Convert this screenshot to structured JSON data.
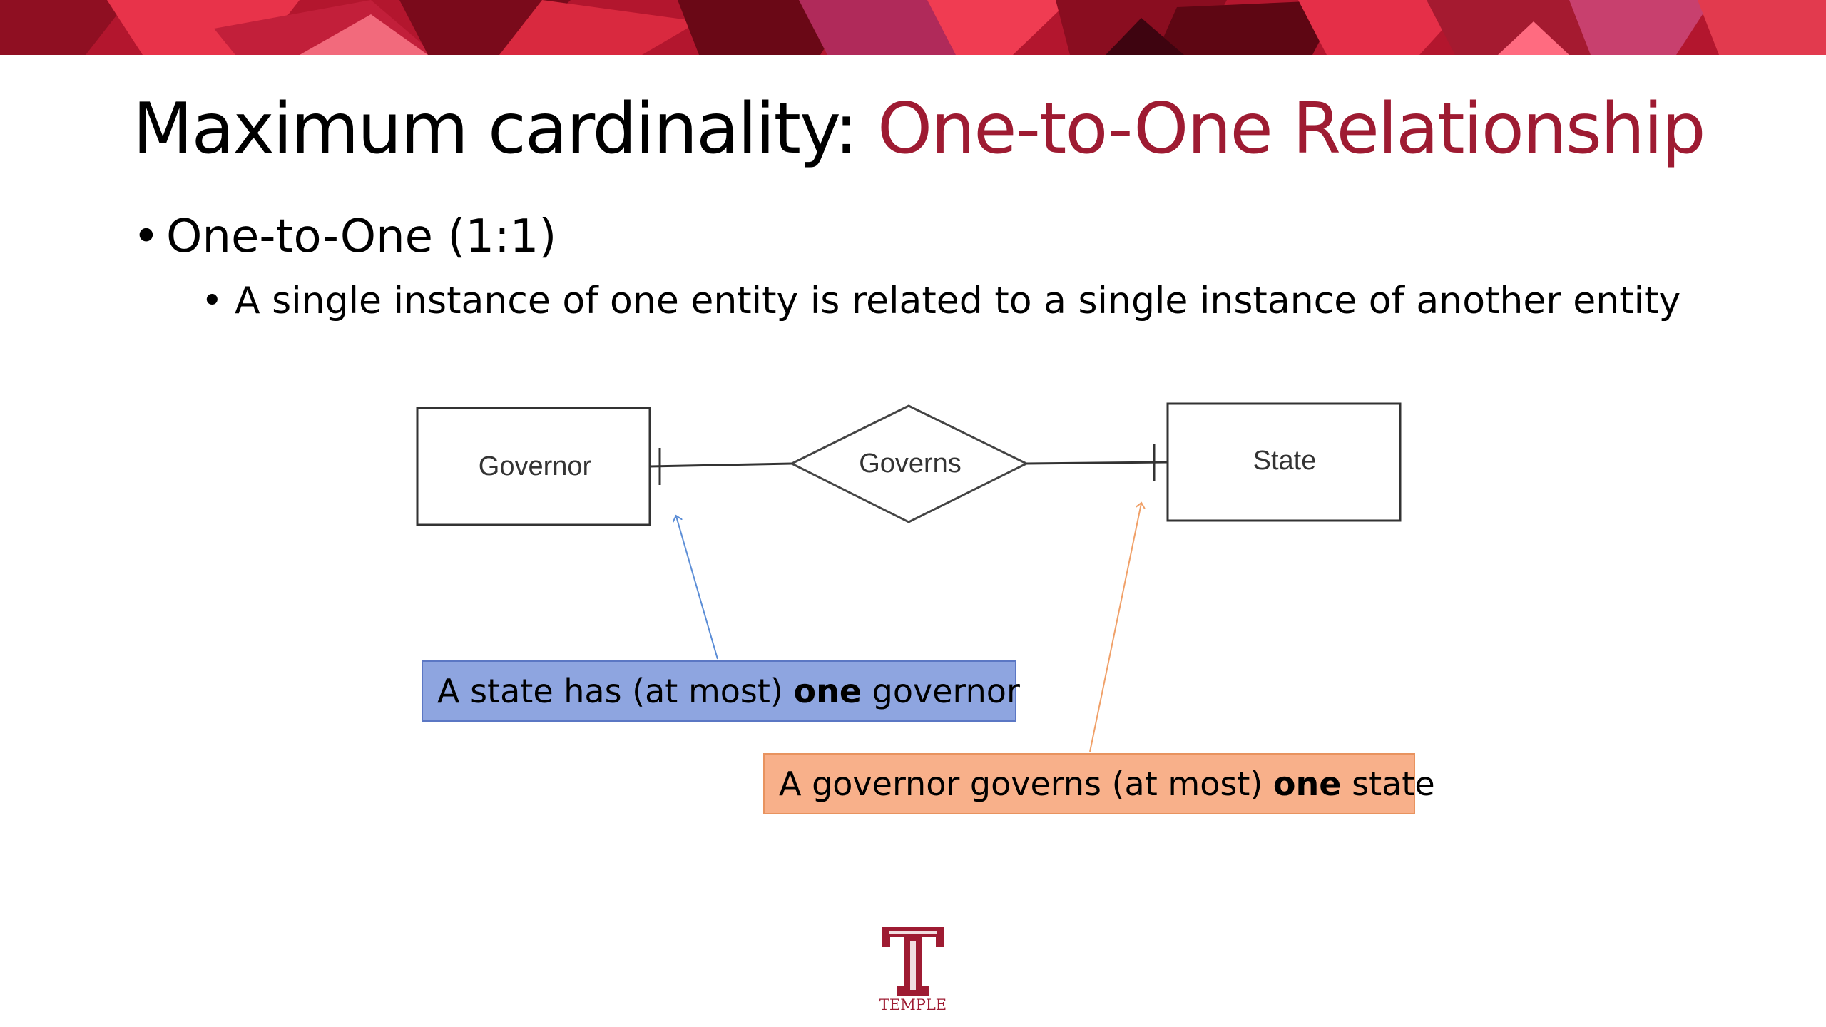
{
  "slide": {
    "title_part1": "Maximum cardinality: ",
    "title_part2": "One-to-One Relationship",
    "bullet1": "One-to-One (1:1)",
    "bullet2": "A single instance of one entity is related to a single instance of another entity",
    "bullet_symbol": "•"
  },
  "diagram": {
    "entity_left": "Governor",
    "relationship": "Governs",
    "entity_right": "State"
  },
  "callouts": {
    "left": {
      "prefix": "A state has (at most) ",
      "bold": "one",
      "suffix": " governor"
    },
    "right": {
      "prefix": "A governor governs (at most) ",
      "bold": "one",
      "suffix": " state"
    }
  },
  "logo": {
    "wordmark": "TEMPLE",
    "icon": "temple-t-logo-icon"
  },
  "colors": {
    "accent": "#9e1b32",
    "callout_blue": "#8ea5e0",
    "callout_orange": "#f8b08a",
    "arrow_blue": "#5b8dd6",
    "arrow_orange": "#f0a068"
  }
}
